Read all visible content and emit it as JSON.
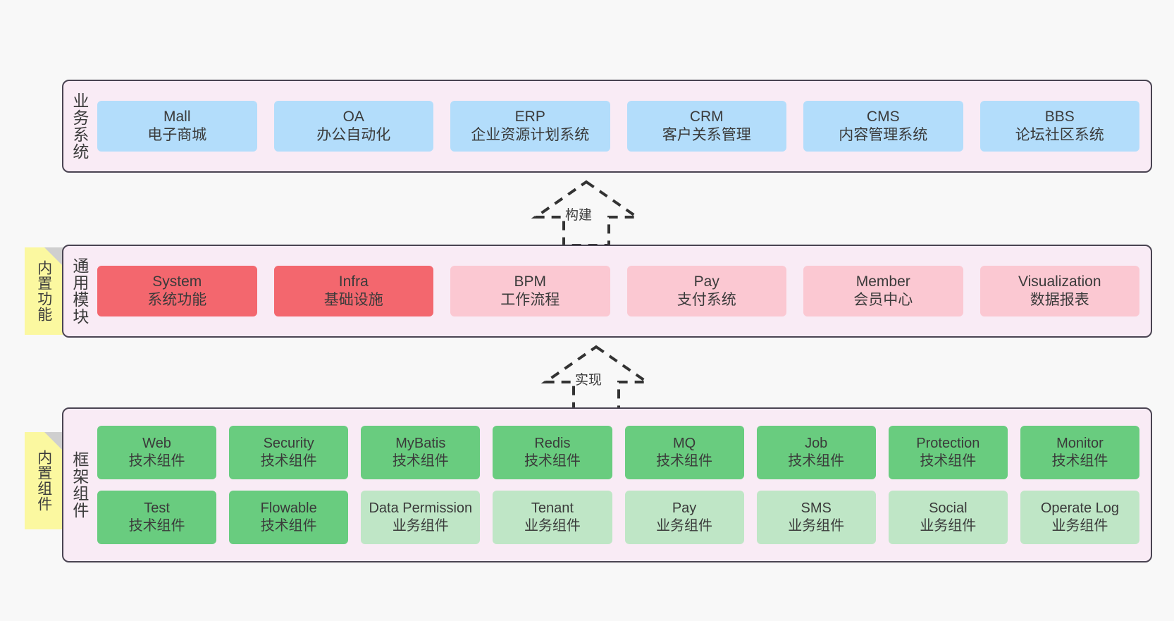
{
  "diagram": {
    "title": "",
    "colors": {
      "canvas_bg": "#f8f8f8",
      "layer_bg": "#f9ebf5",
      "layer_border": "#4a4452",
      "blue": "#b3ddfb",
      "red": "#f3676e",
      "pink": "#fbc8d2",
      "green": "#69cc7f",
      "light_green": "#bfe6c6",
      "note_yellow": "#fbf8a0",
      "note_fold": "#cfcfcf",
      "text": "#3a3a3a",
      "arrow_dash": "#333333"
    }
  },
  "layers": {
    "business": {
      "title": "业务系统",
      "boxes": [
        {
          "title": "Mall",
          "sub": "电子商城"
        },
        {
          "title": "OA",
          "sub": "办公自动化"
        },
        {
          "title": "ERP",
          "sub": "企业资源计划系统"
        },
        {
          "title": "CRM",
          "sub": "客户关系管理"
        },
        {
          "title": "CMS",
          "sub": "内容管理系统"
        },
        {
          "title": "BBS",
          "sub": "论坛社区系统"
        }
      ]
    },
    "modules": {
      "title": "通用模块",
      "note": "内置功能",
      "boxes": [
        {
          "title": "System",
          "sub": "系统功能",
          "color": "red"
        },
        {
          "title": "Infra",
          "sub": "基础设施",
          "color": "red"
        },
        {
          "title": "BPM",
          "sub": "工作流程",
          "color": "pink"
        },
        {
          "title": "Pay",
          "sub": "支付系统",
          "color": "pink"
        },
        {
          "title": "Member",
          "sub": "会员中心",
          "color": "pink"
        },
        {
          "title": "Visualization",
          "sub": "数据报表",
          "color": "pink"
        }
      ]
    },
    "framework": {
      "title": "框架组件",
      "note": "内置组件",
      "row1": [
        {
          "title": "Web",
          "sub": "技术组件",
          "color": "green"
        },
        {
          "title": "Security",
          "sub": "技术组件",
          "color": "green"
        },
        {
          "title": "MyBatis",
          "sub": "技术组件",
          "color": "green"
        },
        {
          "title": "Redis",
          "sub": "技术组件",
          "color": "green"
        },
        {
          "title": "MQ",
          "sub": "技术组件",
          "color": "green"
        },
        {
          "title": "Job",
          "sub": "技术组件",
          "color": "green"
        },
        {
          "title": "Protection",
          "sub": "技术组件",
          "color": "green"
        },
        {
          "title": "Monitor",
          "sub": "技术组件",
          "color": "green"
        }
      ],
      "row2": [
        {
          "title": "Test",
          "sub": "技术组件",
          "color": "green"
        },
        {
          "title": "Flowable",
          "sub": "技术组件",
          "color": "green"
        },
        {
          "title": "Data Permission",
          "sub": "业务组件",
          "color": "lightgreen"
        },
        {
          "title": "Tenant",
          "sub": "业务组件",
          "color": "lightgreen"
        },
        {
          "title": "Pay",
          "sub": "业务组件",
          "color": "lightgreen"
        },
        {
          "title": "SMS",
          "sub": "业务组件",
          "color": "lightgreen"
        },
        {
          "title": "Social",
          "sub": "业务组件",
          "color": "lightgreen"
        },
        {
          "title": "Operate Log",
          "sub": "业务组件",
          "color": "lightgreen"
        }
      ]
    }
  },
  "arrows": [
    {
      "name": "build",
      "label": "构建",
      "direction": "up"
    },
    {
      "name": "implement",
      "label": "实现",
      "direction": "up"
    }
  ]
}
